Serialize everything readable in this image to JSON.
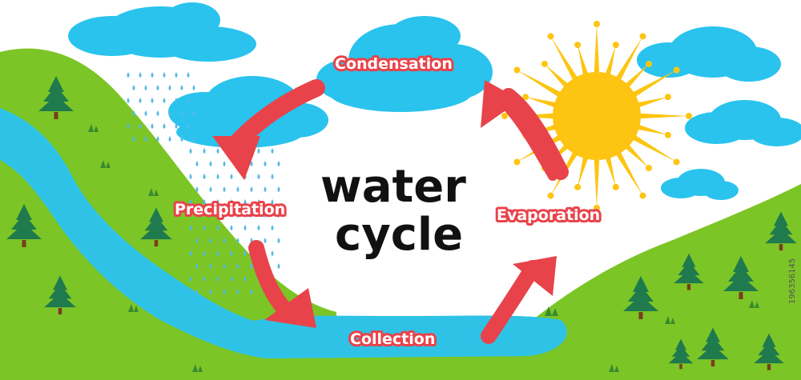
{
  "diagram": {
    "title_line1": "water",
    "title_line2": "cycle",
    "stages": {
      "condensation": "Condensation",
      "precipitation": "Precipitation",
      "evaporation": "Evaporation",
      "collection": "Collection"
    }
  },
  "watermark": {
    "image_id": "196356145"
  },
  "colors": {
    "sky": "#ffffff",
    "cloud": "#29c3ee",
    "sun": "#fdc512",
    "sun_rays": "#fdc512",
    "grass": "#7cc526",
    "grass_dark": "#54a620",
    "river": "#2ec3e6",
    "tree": "#1f7a4d",
    "trunk": "#7a3d1e",
    "arrow": "#e8434a",
    "rain": "#53b9e6"
  }
}
